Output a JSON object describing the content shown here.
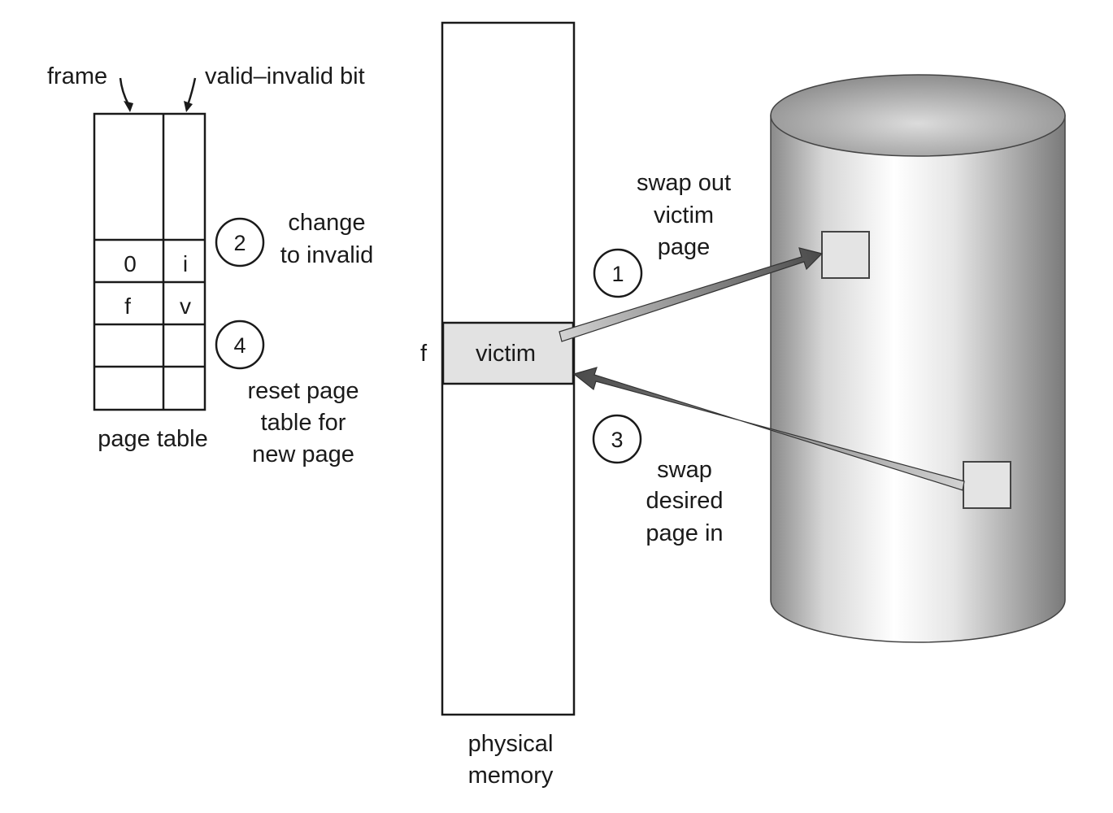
{
  "page_table": {
    "frame_label": "frame",
    "valid_bit_label": "valid–invalid bit",
    "caption": "page table",
    "rows": [
      {
        "frame": "",
        "bit": ""
      },
      {
        "frame": "0",
        "bit": "i"
      },
      {
        "frame": "f",
        "bit": "v"
      },
      {
        "frame": "",
        "bit": ""
      },
      {
        "frame": "",
        "bit": ""
      }
    ]
  },
  "steps": {
    "step1": {
      "number": "1",
      "lines": [
        "swap out",
        "victim",
        "page"
      ]
    },
    "step2": {
      "number": "2",
      "lines": [
        "change",
        "to invalid"
      ]
    },
    "step3": {
      "number": "3",
      "lines": [
        "swap",
        "desired",
        "page in"
      ]
    },
    "step4": {
      "number": "4",
      "lines": [
        "reset page",
        "table for",
        "new page"
      ]
    }
  },
  "memory": {
    "frame_marker": "f",
    "victim_label": "victim",
    "caption_lines": [
      "physical",
      "memory"
    ]
  },
  "colors": {
    "victim_fill": "#e2e2e2",
    "disk_block_fill": "#e4e4e4",
    "arrow_head_dark": "#555555",
    "arrow_tail_light": "#d0d0d0"
  }
}
